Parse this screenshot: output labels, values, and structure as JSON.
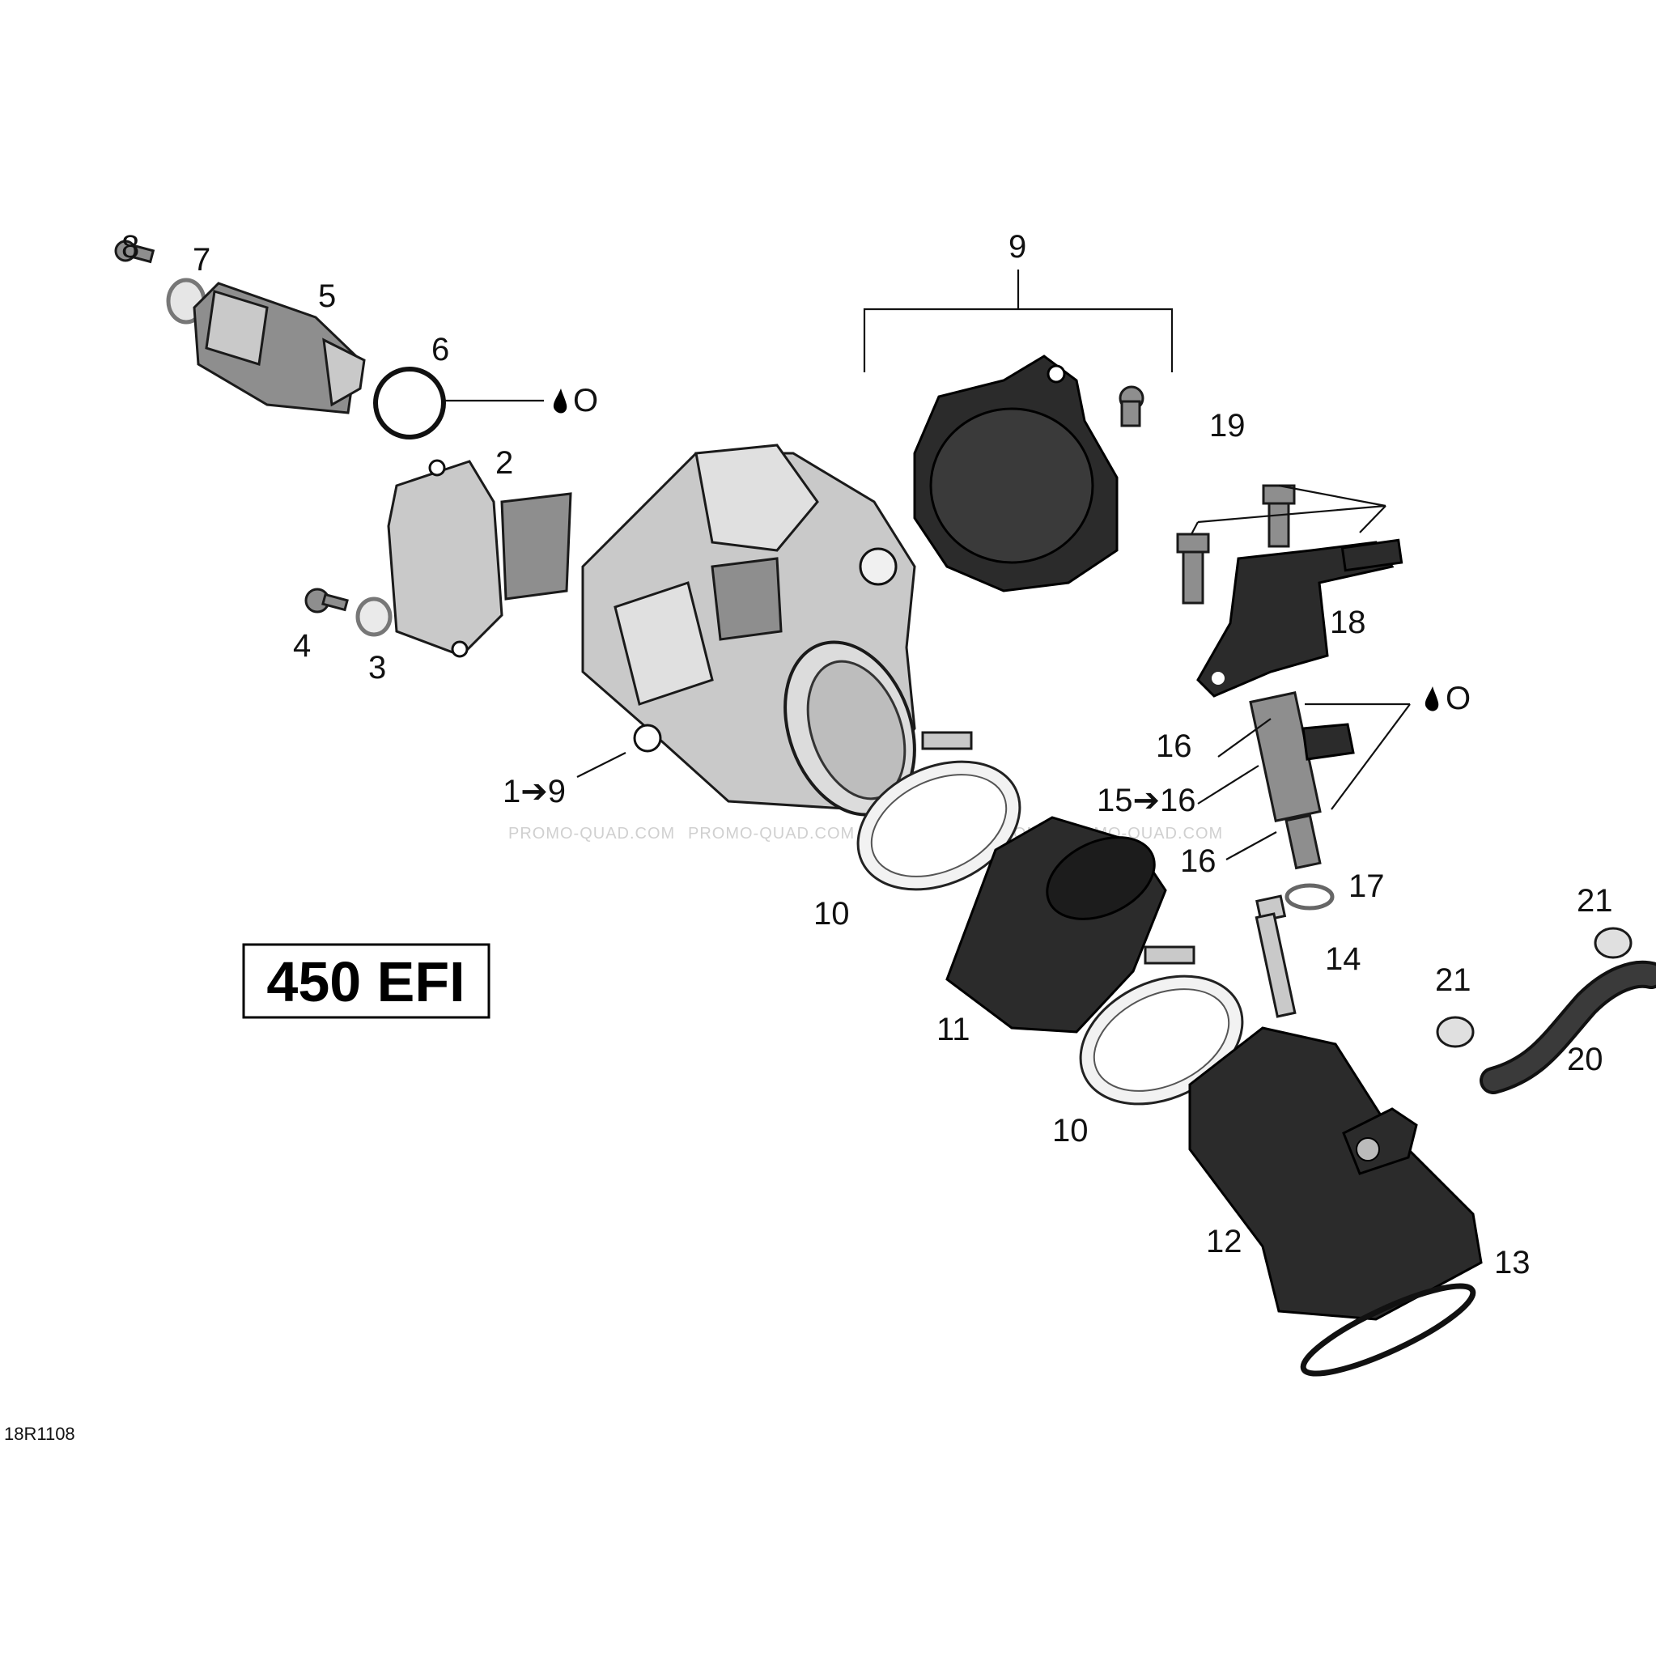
{
  "model_label": "450 EFI",
  "figure_id": "18R1108",
  "watermark": "PROMO-QUAD.COM",
  "lubricant_symbol": "O",
  "callouts": {
    "c1": "1➔9",
    "c2": "2",
    "c3": "3",
    "c4": "4",
    "c5": "5",
    "c6": "6",
    "c7": "7",
    "c8": "8",
    "c9": "9",
    "c10a": "10",
    "c10b": "10",
    "c11": "11",
    "c12": "12",
    "c13": "13",
    "c14": "14",
    "c15": "15➔16",
    "c16a": "16",
    "c16b": "16",
    "c17": "17",
    "c18": "18",
    "c19": "19",
    "c20": "20",
    "c21a": "21",
    "c21b": "21"
  }
}
